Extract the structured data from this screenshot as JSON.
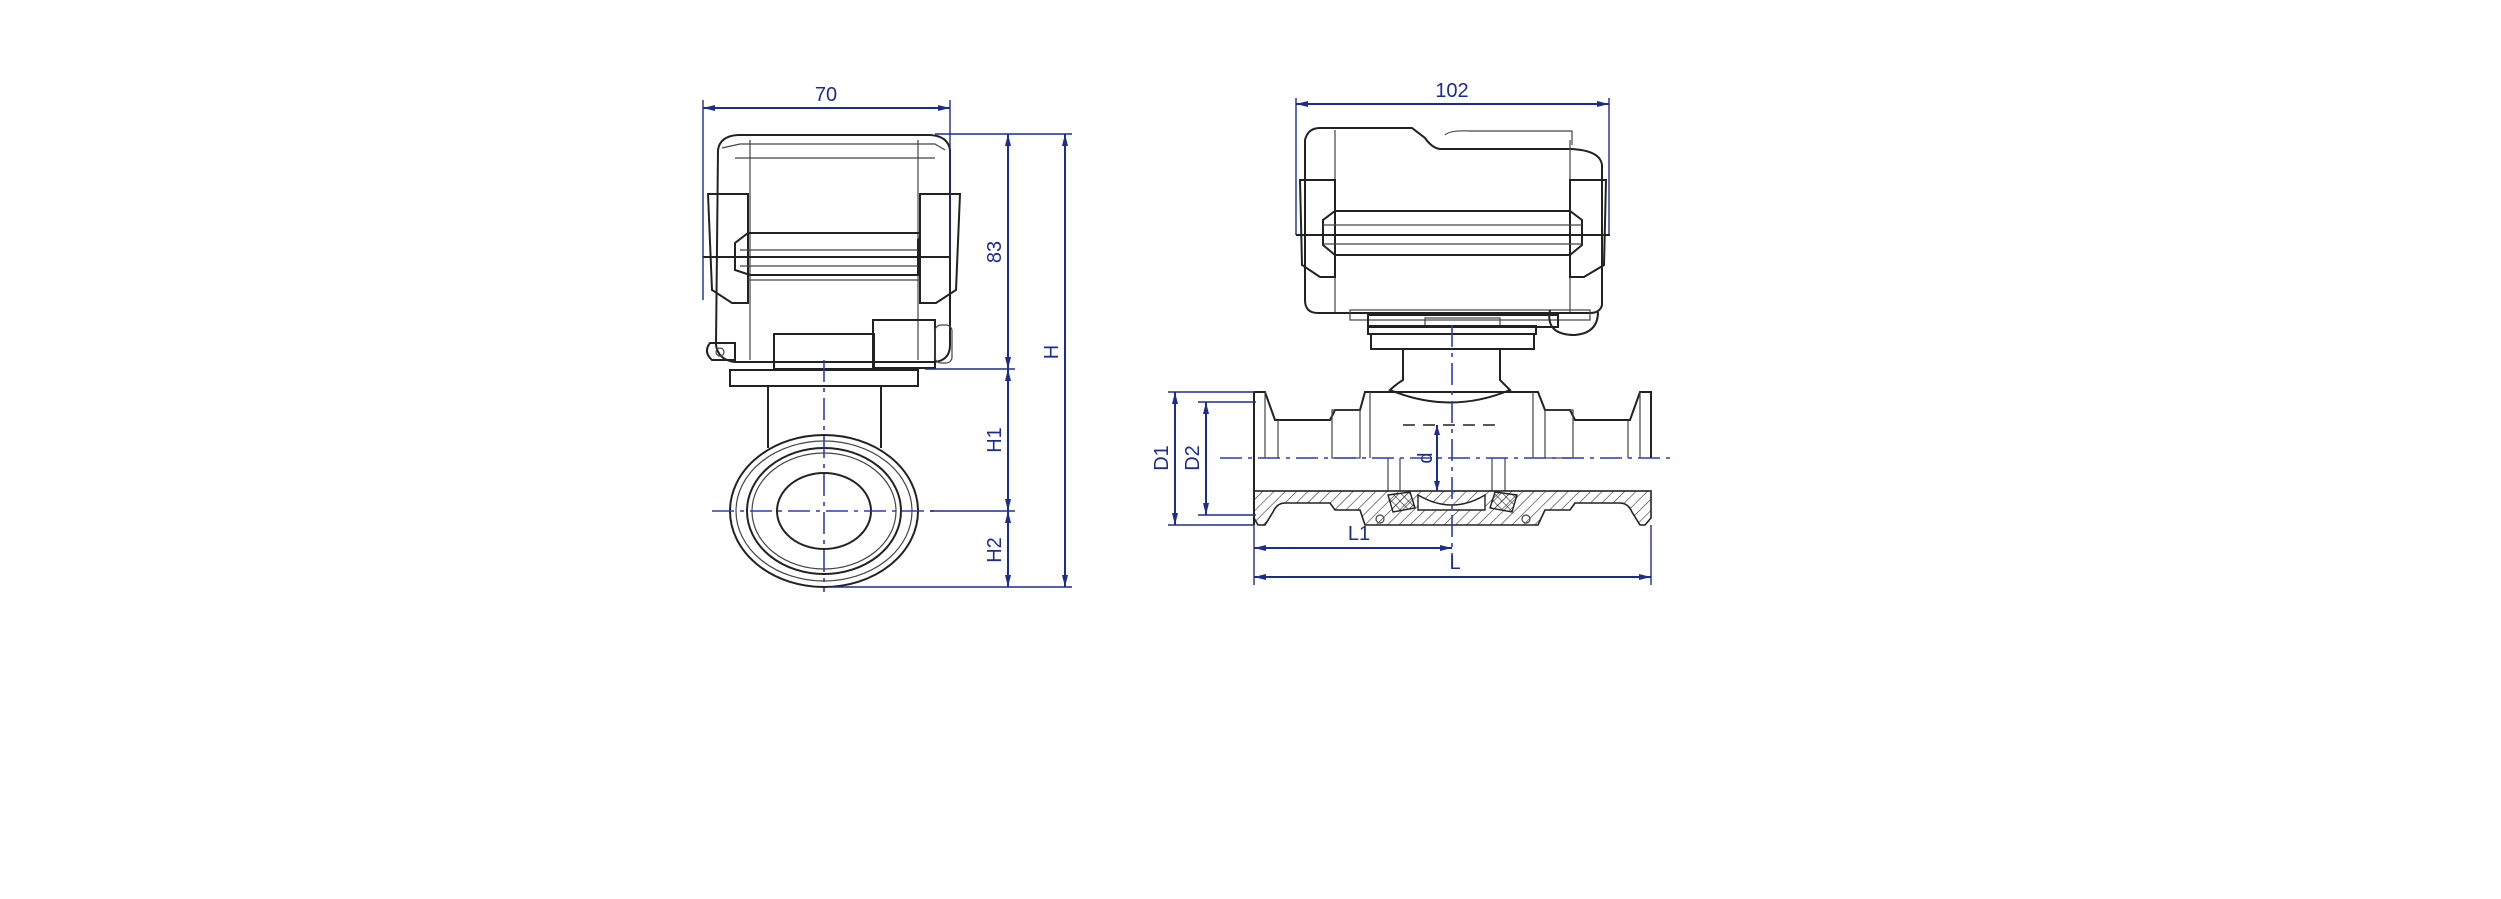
{
  "side_view": {
    "width_label": "70",
    "actuator_height_label": "83",
    "total_height_label": "H",
    "h1_label": "H1",
    "h2_label": "H2"
  },
  "front_view": {
    "width_label": "102",
    "d1_label": "D1",
    "d2_label": "D2",
    "bore_label": "d",
    "l1_label": "L1",
    "length_label": "L"
  },
  "colors": {
    "dimension": "#1d2d8c",
    "outline": "#222222"
  }
}
